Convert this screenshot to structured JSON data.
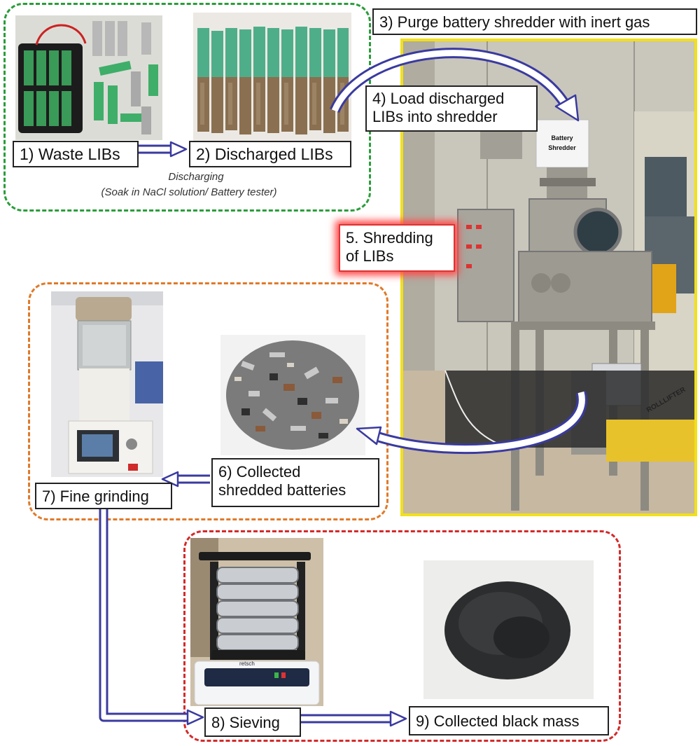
{
  "steps": {
    "s1": "1) Waste LIBs",
    "s2": "2) Discharged LIBs",
    "s3": "3) Purge battery shredder with inert gas",
    "s4_line1": "4) Load discharged",
    "s4_line2": "LIBs into shredder",
    "s5_line1": "5. Shredding",
    "s5_line2": "of LIBs",
    "s6_line1": "6) Collected",
    "s6_line2": "shredded batteries",
    "s7": "7) Fine grinding",
    "s8": "8) Sieving",
    "s9": "9) Collected black mass"
  },
  "discharging": {
    "line1": "Discharging",
    "line2": "(Soak in NaCl solution/ Battery tester)"
  },
  "photo_text": {
    "shredder_sign_line1": "Battery",
    "shredder_sign_line2": "Shredder",
    "lifter_brand": "ROLLLIFTER",
    "sieve_brand": "retsch"
  },
  "colors": {
    "group1_border": "#2a9d3a",
    "group2_border": "#e07a2a",
    "group3_border": "#d42a2a",
    "shredder_photo_border": "#f2e01a",
    "arrow_fill": "#ffffff",
    "arrow_outline": "#3a3aa0",
    "step5_glow": "#ff4a4a"
  },
  "icons": {
    "flow_arrow": "hollow-arrow-icon"
  }
}
